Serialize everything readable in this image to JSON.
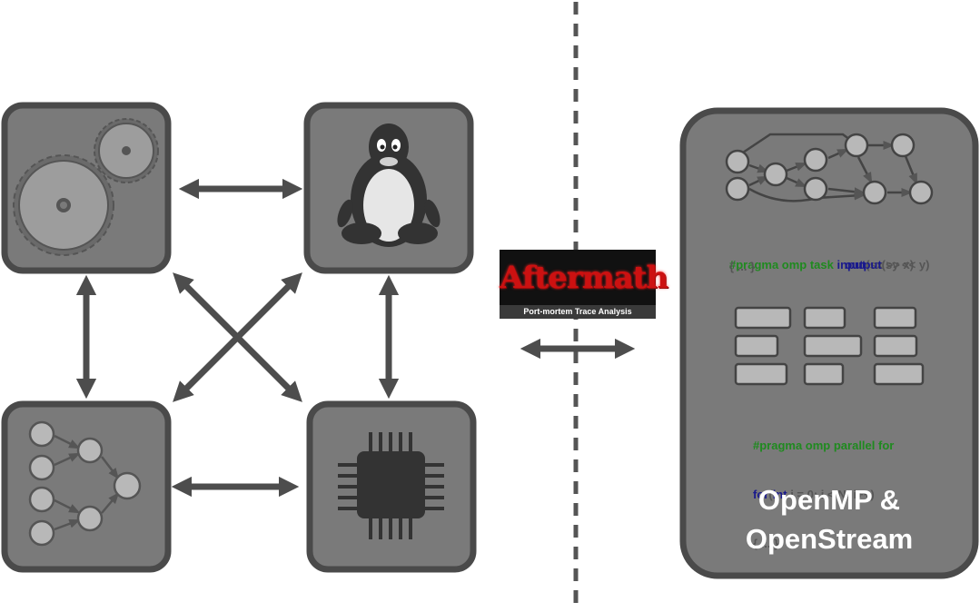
{
  "logo": {
    "name": "Aftermath",
    "subtitle": "Port-mortem Trace Analysis",
    "colors": {
      "background": "#111111",
      "text": "#cc1111",
      "bar": "#3a3a3a"
    }
  },
  "panel": {
    "title_line1": "OpenMP &",
    "title_line2": "OpenStream",
    "code1": {
      "line1_pragma": "#pragma omp task ",
      "line1_kw": "input",
      "line1_rest": "(sx >> x)",
      "line2_kw": "output",
      "line2_rest": "(sy << y)",
      "line3": "{ ... }"
    },
    "code2": {
      "line1": "#pragma omp parallel for",
      "line2_kw1": "for",
      "line2_paren": "(",
      "line2_kw2": "int",
      "line2_rest": " i = 0; i < N; i++)",
      "line3": "{ ... }"
    }
  },
  "tiles": [
    {
      "icon": "gears-icon"
    },
    {
      "icon": "linux-penguin-icon"
    },
    {
      "icon": "task-graph-icon"
    },
    {
      "icon": "cpu-chip-icon"
    }
  ],
  "colors": {
    "tile_fill": "#7a7a7a",
    "tile_border": "#4a4a4a",
    "arrow": "#4d4d4d",
    "node_fill": "#b8b8b8",
    "divider": "#555555"
  }
}
